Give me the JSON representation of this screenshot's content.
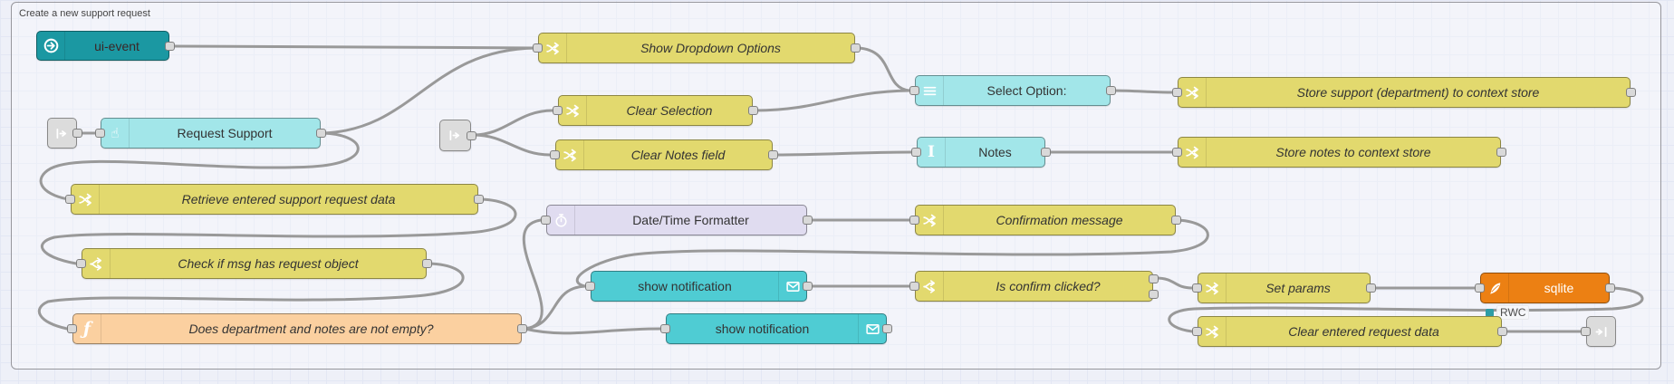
{
  "group": {
    "label": "Create a new support request"
  },
  "canvas": {
    "background": "#eef0f8",
    "grid_color": "#e3e7f4",
    "wire_color": "#999999",
    "port_color": "#d9d9d9"
  },
  "palette": {
    "ui_event": {
      "bg": "#1b98a2",
      "text": "#3b2626"
    },
    "ui_widget": {
      "bg": "#a2e6e9",
      "text": "#333333"
    },
    "notification": {
      "bg": "#4fccd3",
      "text": "#333333"
    },
    "change": {
      "bg": "#e2d96e",
      "text": "#333333"
    },
    "switch": {
      "bg": "#e2d96e",
      "text": "#333333"
    },
    "function": {
      "bg": "#fbd0a0",
      "text": "#333333"
    },
    "datetime": {
      "bg": "#e0dcf0",
      "text": "#333333"
    },
    "sqlite": {
      "bg": "#ec8013",
      "text": "#ffffff"
    },
    "link": {
      "bg": "#dcdcdc",
      "text": "#333333"
    }
  },
  "nodes": [
    {
      "id": "ui-event",
      "type": "ui_event",
      "icon": "circle-arrow-icon",
      "label": "ui-event"
    },
    {
      "id": "link-in-1",
      "type": "link",
      "icon": "link-in-icon",
      "label": ""
    },
    {
      "id": "request-support",
      "type": "ui_widget",
      "icon": "hand-pointer-icon",
      "label": "Request Support"
    },
    {
      "id": "show-dropdown-options",
      "type": "change",
      "icon": "swap-arrows-icon",
      "label": "Show Dropdown Options"
    },
    {
      "id": "link-in-2",
      "type": "link",
      "icon": "link-in-icon",
      "label": ""
    },
    {
      "id": "clear-selection",
      "type": "change",
      "icon": "swap-arrows-icon",
      "label": "Clear Selection"
    },
    {
      "id": "clear-notes-field",
      "type": "change",
      "icon": "swap-arrows-icon",
      "label": "Clear Notes field"
    },
    {
      "id": "select-option",
      "type": "ui_widget",
      "icon": "menu-icon",
      "label": "Select Option:"
    },
    {
      "id": "notes",
      "type": "ui_widget",
      "icon": "text-cursor-icon",
      "label": "Notes"
    },
    {
      "id": "store-support",
      "type": "change",
      "icon": "swap-arrows-icon",
      "label": "Store support (department) to context store"
    },
    {
      "id": "store-notes",
      "type": "change",
      "icon": "swap-arrows-icon",
      "label": "Store notes to context store"
    },
    {
      "id": "retrieve-data",
      "type": "change",
      "icon": "swap-arrows-icon",
      "label": "Retrieve entered support request data"
    },
    {
      "id": "datetime-formatter",
      "type": "datetime",
      "icon": "timer-icon",
      "label": "Date/Time Formatter"
    },
    {
      "id": "confirmation-message",
      "type": "change",
      "icon": "swap-arrows-icon",
      "label": "Confirmation message"
    },
    {
      "id": "check-request-object",
      "type": "switch",
      "icon": "fork-icon",
      "label": "Check if msg has request object"
    },
    {
      "id": "show-notification-1",
      "type": "notification",
      "icon": "envelope-icon",
      "label": "show notification"
    },
    {
      "id": "is-confirm-clicked",
      "type": "switch",
      "icon": "fork-icon",
      "label": "Is confirm clicked?"
    },
    {
      "id": "set-params",
      "type": "change",
      "icon": "swap-arrows-icon",
      "label": "Set params"
    },
    {
      "id": "sqlite",
      "type": "sqlite",
      "icon": "feather-icon",
      "label": "sqlite",
      "status": "RWC",
      "status_color": "#2d9da6"
    },
    {
      "id": "does-not-empty",
      "type": "function",
      "icon": "function-icon",
      "label": "Does department and notes are not empty?"
    },
    {
      "id": "show-notification-2",
      "type": "notification",
      "icon": "envelope-icon",
      "label": "show notification"
    },
    {
      "id": "clear-entered-data",
      "type": "change",
      "icon": "swap-arrows-icon",
      "label": "Clear entered request data"
    },
    {
      "id": "link-out-1",
      "type": "link",
      "icon": "link-out-icon",
      "label": ""
    }
  ],
  "wires": [
    {
      "from": "ui-event",
      "to": "show-dropdown-options"
    },
    {
      "from": "link-in-1",
      "to": "request-support"
    },
    {
      "from": "request-support",
      "to": "show-dropdown-options"
    },
    {
      "from": "request-support",
      "to": "retrieve-data"
    },
    {
      "from": "link-in-2",
      "to": "clear-selection"
    },
    {
      "from": "link-in-2",
      "to": "clear-notes-field"
    },
    {
      "from": "show-dropdown-options",
      "to": "select-option"
    },
    {
      "from": "clear-selection",
      "to": "select-option"
    },
    {
      "from": "clear-notes-field",
      "to": "notes"
    },
    {
      "from": "notes",
      "to": "store-notes"
    },
    {
      "from": "select-option",
      "to": "store-support"
    },
    {
      "from": "retrieve-data",
      "to": "check-request-object"
    },
    {
      "from": "check-request-object",
      "to": "does-not-empty"
    },
    {
      "from": "does-not-empty",
      "to": "datetime-formatter"
    },
    {
      "from": "does-not-empty",
      "to": "show-notification-1"
    },
    {
      "from": "does-not-empty",
      "to": "show-notification-2"
    },
    {
      "from": "datetime-formatter",
      "to": "confirmation-message"
    },
    {
      "from": "confirmation-message",
      "to": "show-notification-1"
    },
    {
      "from": "show-notification-1",
      "to": "is-confirm-clicked"
    },
    {
      "from": "is-confirm-clicked",
      "to": "set-params"
    },
    {
      "from": "set-params",
      "to": "sqlite"
    },
    {
      "from": "sqlite",
      "to": "clear-entered-data"
    },
    {
      "from": "clear-entered-data",
      "to": "link-out-1"
    }
  ]
}
